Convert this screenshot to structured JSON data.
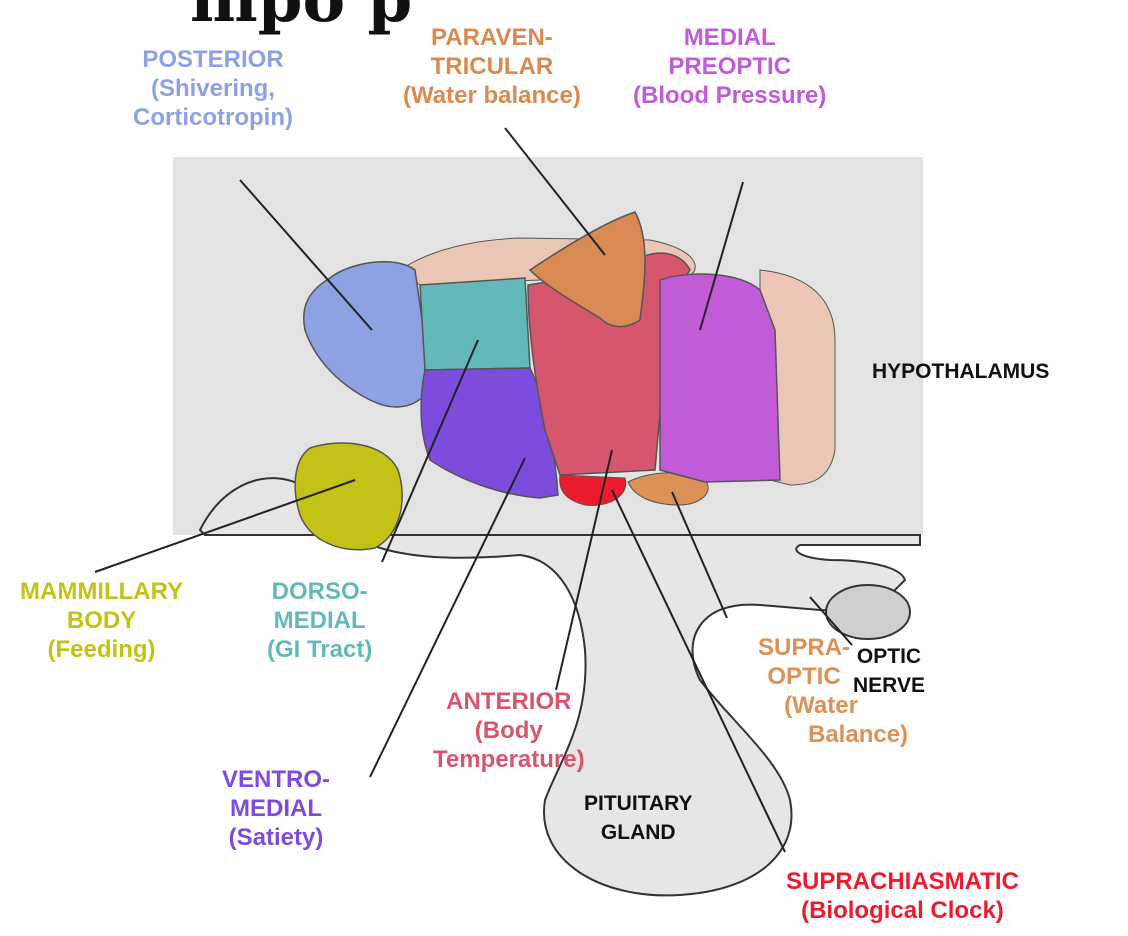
{
  "colors": {
    "posterior": "#8da1e3",
    "paraventricular": "#d98a52",
    "medial_preoptic": "#c25bd8",
    "hypothalamus_bg": "#e3e3e3",
    "beige": "#ebc5b5",
    "dorsomedial": "#63b9b9",
    "ventromedial": "#7e4cdc",
    "anterior": "#d6576d",
    "suprachiasmatic": "#ec1c2e",
    "mammillary": "#c2c217",
    "supraoptic": "#dc9157",
    "labels_dark": "#111111"
  },
  "title_fragment": "mpo p",
  "labels": {
    "posterior": {
      "lines": [
        "POSTERIOR",
        "(Shivering,",
        "Corticotropin)"
      ]
    },
    "paraventricular": {
      "lines": [
        "PARAVEN-",
        "TRICULAR",
        "(Water balance)"
      ]
    },
    "medial_preoptic": {
      "lines": [
        "MEDIAL",
        "PREOPTIC",
        "(Blood Pressure)"
      ]
    },
    "hypothalamus": {
      "lines": [
        "HYPOTHALAMUS"
      ]
    },
    "mammillary": {
      "lines": [
        "MAMMILLARY",
        "BODY",
        "(Feeding)"
      ]
    },
    "dorsomedial": {
      "lines": [
        "DORSO-",
        "MEDIAL",
        "(GI Tract)"
      ]
    },
    "ventromedial": {
      "lines": [
        "VENTRO-",
        "MEDIAL",
        "(Satiety)"
      ]
    },
    "anterior": {
      "lines": [
        "ANTERIOR",
        "(Body",
        "Temperature)"
      ]
    },
    "supraoptic": {
      "lines": [
        "SUPRA-",
        "OPTIC",
        "(Water",
        "Balance)"
      ]
    },
    "optic_nerve": {
      "lines": [
        "OPTIC",
        "NERVE"
      ]
    },
    "pituitary": {
      "lines": [
        "PITUITARY",
        "GLAND"
      ]
    },
    "suprachiasmatic": {
      "lines": [
        "SUPRACHIASMATIC",
        "(Biological Clock)"
      ]
    }
  }
}
